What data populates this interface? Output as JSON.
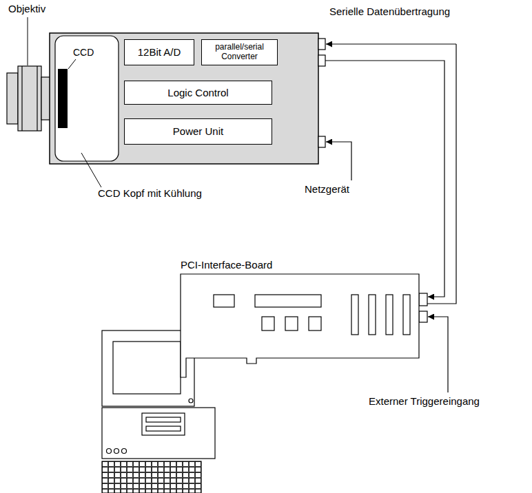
{
  "diagram": {
    "nodes": [
      {
        "text": [
          "12Bit A/D"
        ]
      },
      {
        "text": [
          "parallel/serial Converter"
        ]
      },
      {
        "text": [
          "Logic Control"
        ]
      },
      {
        "text": [
          "Power Unit"
        ]
      }
    ],
    "labels": [
      "Objektiv",
      "CCD",
      "Serielle Datenübertragung",
      "Netzgerät",
      "CCD Kopf mit Kühlung",
      "PCI-Interface-Board",
      "Externer Triggereingang"
    ]
  }
}
